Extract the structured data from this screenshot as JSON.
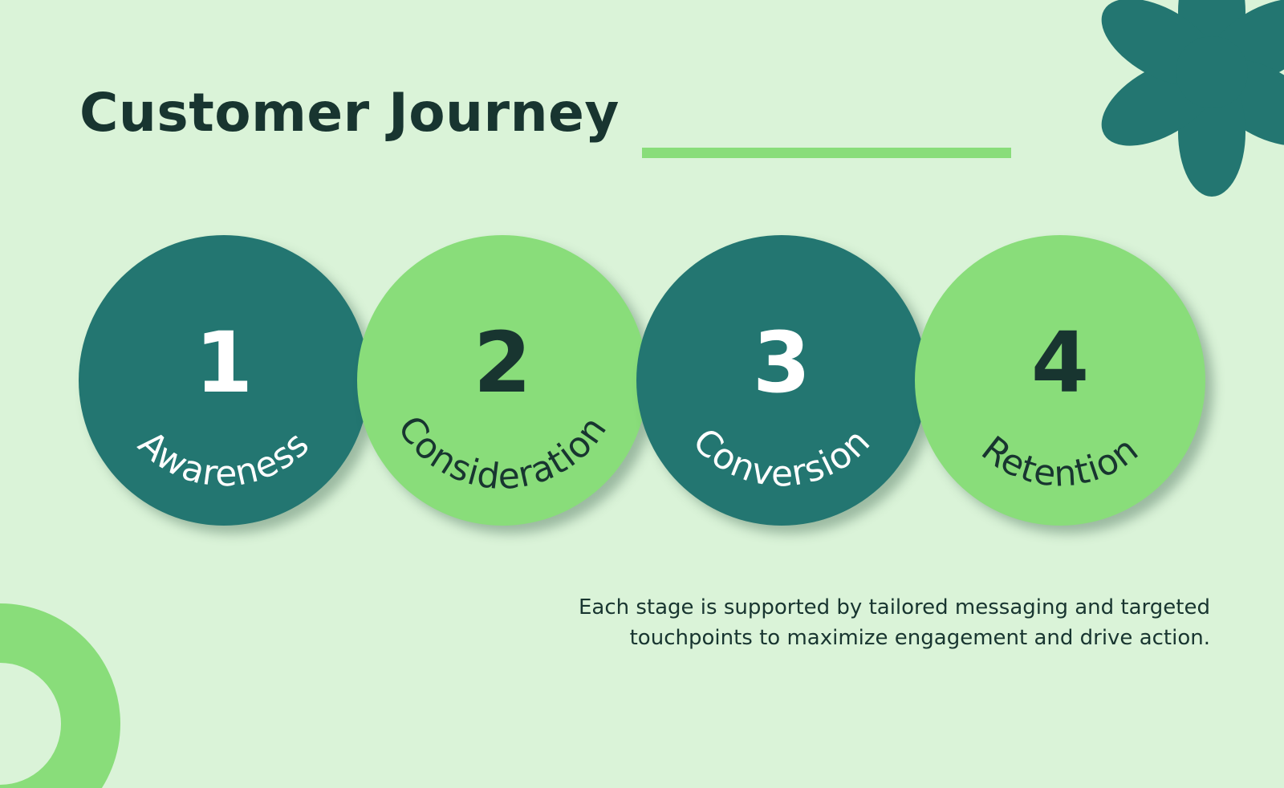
{
  "title": "Customer Journey",
  "colors": {
    "background": "#daf3d8",
    "dark_teal": "#237671",
    "light_green": "#89dd7a",
    "text_dark": "#183530",
    "text_light": "#ffffff"
  },
  "stages": [
    {
      "number": "1",
      "label": "Awareness",
      "fill": "dark_teal"
    },
    {
      "number": "2",
      "label": "Consideration",
      "fill": "light_green"
    },
    {
      "number": "3",
      "label": "Conversion",
      "fill": "dark_teal"
    },
    {
      "number": "4",
      "label": "Retention",
      "fill": "light_green"
    }
  ],
  "description": {
    "line1": "Each stage is supported by tailored messaging and targeted",
    "line2": "touchpoints to maximize engagement and drive action."
  },
  "decorations": {
    "top_right": "flower-shape",
    "bottom_left": "arc-shape"
  }
}
